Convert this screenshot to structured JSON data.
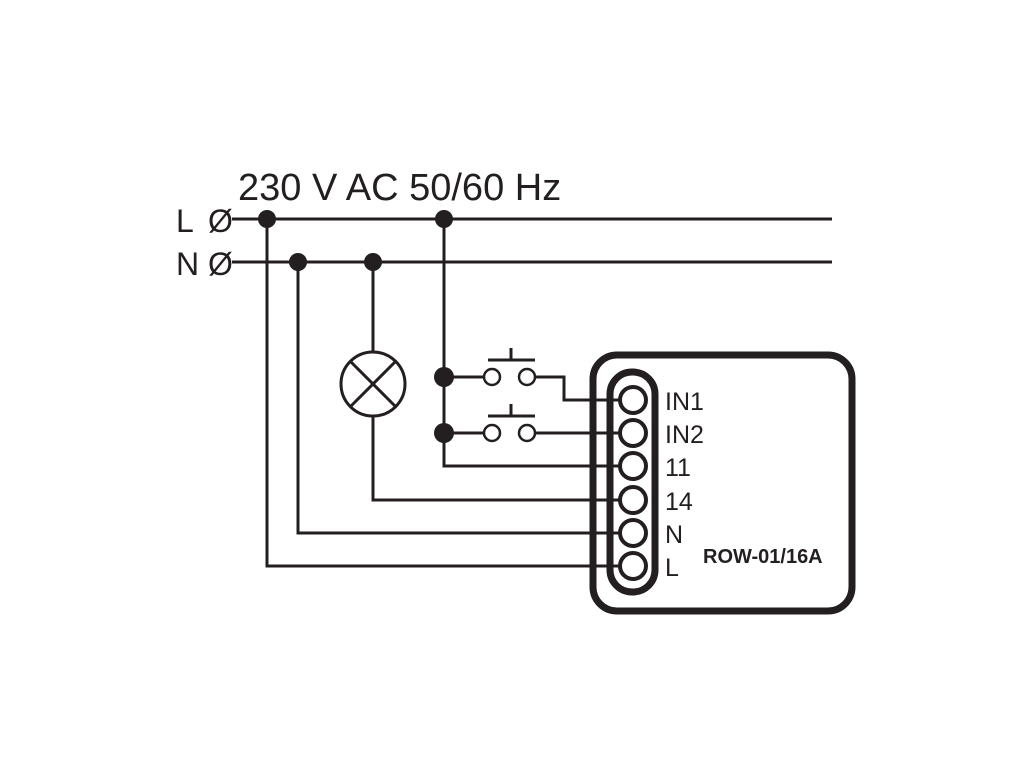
{
  "supply": {
    "voltage_label": "230 V AC 50/60 Hz",
    "line_label": "L",
    "neutral_label": "N",
    "terminal_glyph": "Ø"
  },
  "module": {
    "model": "ROW-01/16A",
    "terminals": [
      "IN1",
      "IN2",
      "11",
      "14",
      "N",
      "L"
    ]
  },
  "colors": {
    "ink": "#231f20",
    "background": "#ffffff"
  }
}
